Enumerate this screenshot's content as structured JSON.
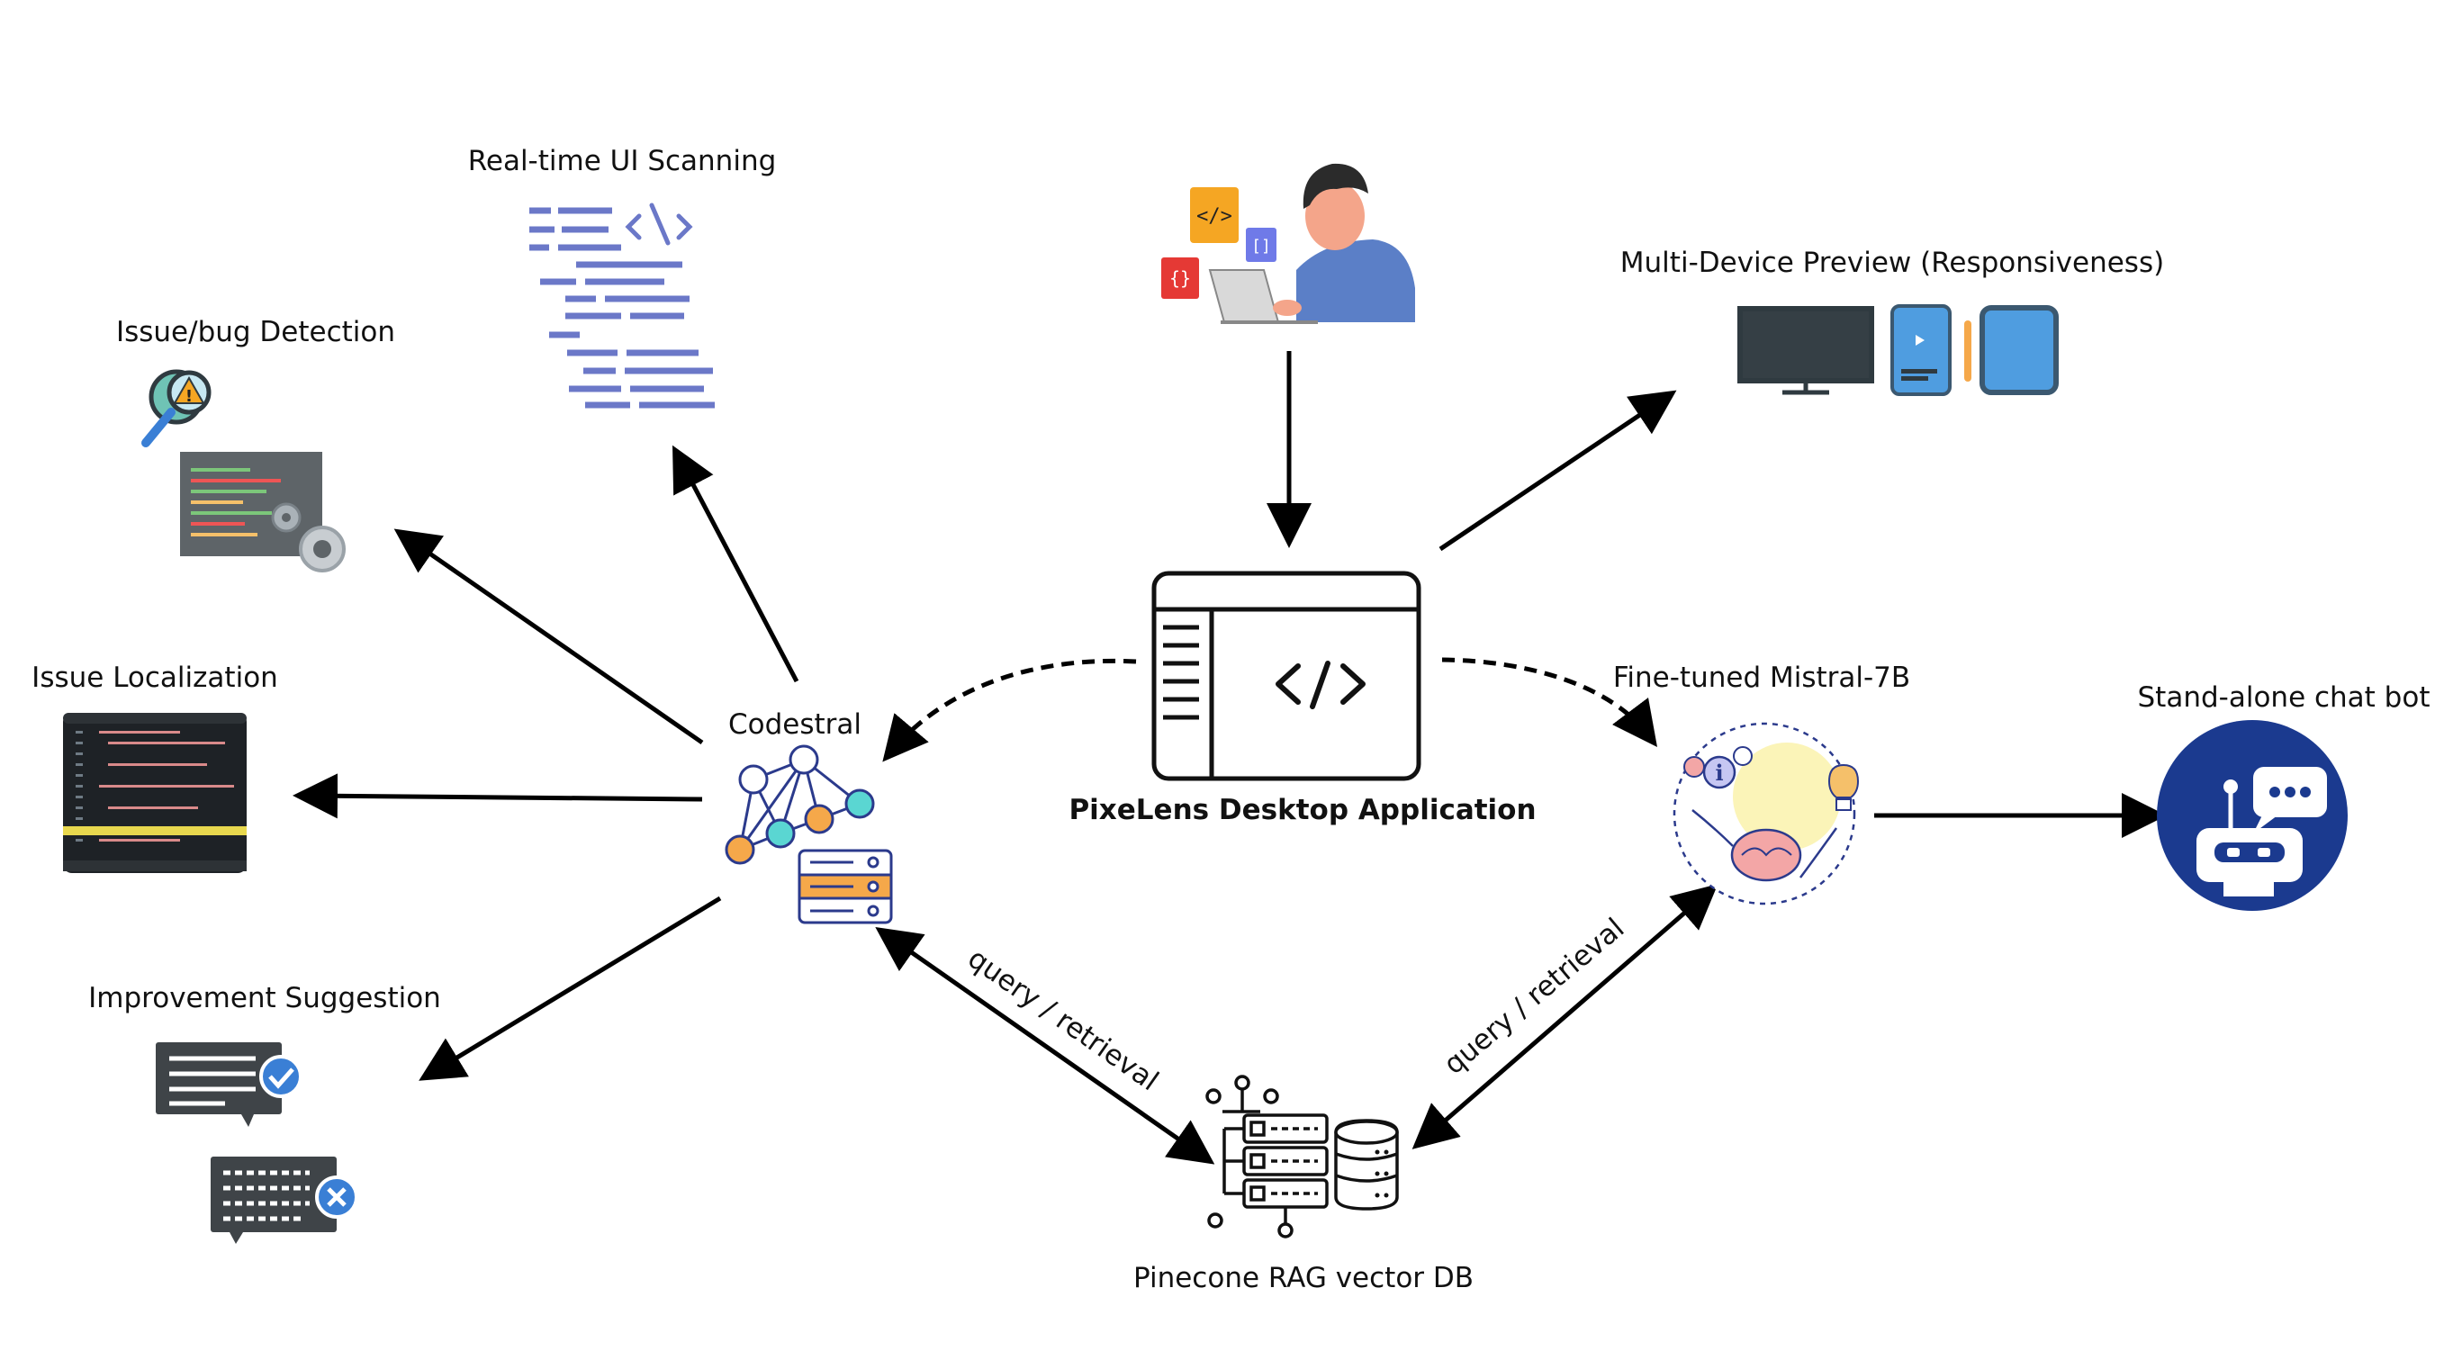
{
  "nodes": {
    "app": {
      "label": "PixeLens Desktop Application",
      "icon": "code-window-icon"
    },
    "developer": {
      "icon": "developer-at-laptop-icon"
    },
    "codestral": {
      "label": "Codestral",
      "icon": "neural-network-server-icon"
    },
    "mistral": {
      "label": "Fine-tuned Mistral-7B",
      "icon": "brain-ai-icon"
    },
    "chatbot": {
      "label": "Stand-alone chat bot",
      "icon": "chat-bot-icon"
    },
    "preview": {
      "label": "Multi-Device Preview (Responsiveness)",
      "icon": "devices-icon"
    },
    "scanning": {
      "label": "Real-time UI Scanning",
      "icon": "code-lines-icon"
    },
    "bug": {
      "label": "Issue/bug Detection",
      "icon": "bug-search-icon"
    },
    "localization": {
      "label": "Issue Localization",
      "icon": "code-editor-icon"
    },
    "suggestion": {
      "label": "Improvement Suggestion",
      "icon": "chat-suggestion-icon"
    },
    "pinecone": {
      "label": "Pinecone RAG vector DB",
      "icon": "database-server-icon"
    }
  },
  "edges": {
    "codestral_rag": "query / retrieval",
    "mistral_rag": "query / retrieval"
  },
  "colors": {
    "arrow": "#000000",
    "chatbot_bg": "#1b3a8f",
    "network_orange": "#f5a84a",
    "network_teal": "#5ad6d2",
    "network_blue": "#2b3a8c",
    "code_blue": "#6b78c8",
    "monitor": "#2f3a40"
  }
}
